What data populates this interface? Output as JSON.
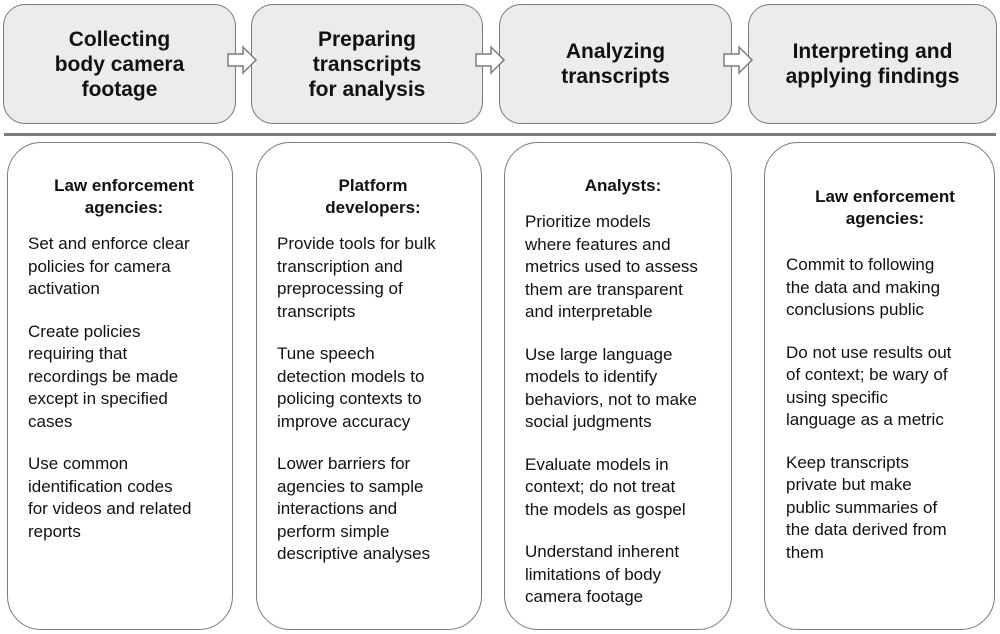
{
  "stages": [
    {
      "title": "Collecting\nbody camera\nfootage"
    },
    {
      "title": "Preparing\ntranscripts\nfor analysis"
    },
    {
      "title": "Analyzing\ntranscripts"
    },
    {
      "title": "Interpreting and\napplying findings"
    }
  ],
  "cards": [
    {
      "heading": "Law enforcement\nagencies:",
      "items": [
        "Set and enforce clear\npolicies for camera\nactivation",
        "Create policies\nrequiring that\nrecordings be made\nexcept in specified\ncases",
        "Use common\nidentification codes\nfor videos and related\nreports"
      ]
    },
    {
      "heading": "Platform\ndevelopers:",
      "items": [
        "Provide tools for bulk\ntranscription and\npreprocessing of\ntranscripts",
        "Tune speech\ndetection models to\npolicing contexts to\nimprove accuracy",
        "Lower barriers for\nagencies to sample\ninteractions and\nperform simple\ndescriptive analyses"
      ]
    },
    {
      "heading": "Analysts:",
      "items": [
        "Prioritize models\nwhere features and\nmetrics used to assess\nthem are transparent\nand interpretable",
        "Use large language\nmodels to identify\nbehaviors, not to make\nsocial judgments",
        "Evaluate models in\ncontext; do not treat\nthe models as gospel",
        "Understand inherent\nlimitations of body\ncamera footage"
      ]
    },
    {
      "heading": "Law enforcement\nagencies:",
      "items": [
        "Commit to following\nthe data and making\nconclusions public",
        "Do not use results out\nof context; be wary of\nusing specific\nlanguage as a metric",
        "Keep transcripts\nprivate but make\npublic summaries of\nthe data derived from\nthem"
      ]
    }
  ]
}
